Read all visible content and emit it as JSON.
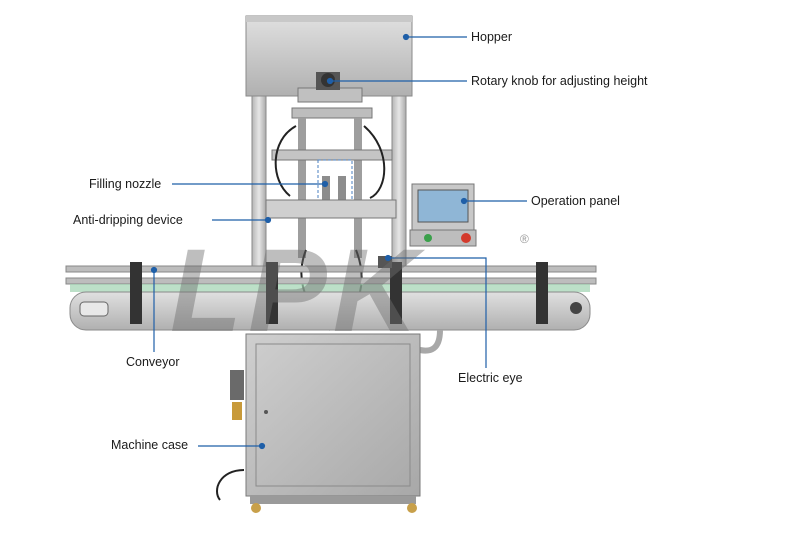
{
  "labels": {
    "hopper": "Hopper",
    "rotary_knob": "Rotary knob for adjusting height",
    "filling_nozzle": "Filling nozzle",
    "operation_panel": "Operation panel",
    "anti_dripping": "Anti-dripping device",
    "conveyor": "Conveyor",
    "electric_eye": "Electric eye",
    "machine_case": "Machine case"
  },
  "watermark": {
    "logo_text": "LPK",
    "registered_mark": "®"
  },
  "colors": {
    "leader_line": "#1f5fa8",
    "steel_light": "#d9d9d9",
    "steel_mid": "#b8b8b8",
    "steel_dark": "#8a8a8a",
    "belt_green": "#9fd3b0",
    "screen": "#8fb6d6",
    "stop_button": "#d33a2c",
    "green_button": "#3aa04a"
  }
}
